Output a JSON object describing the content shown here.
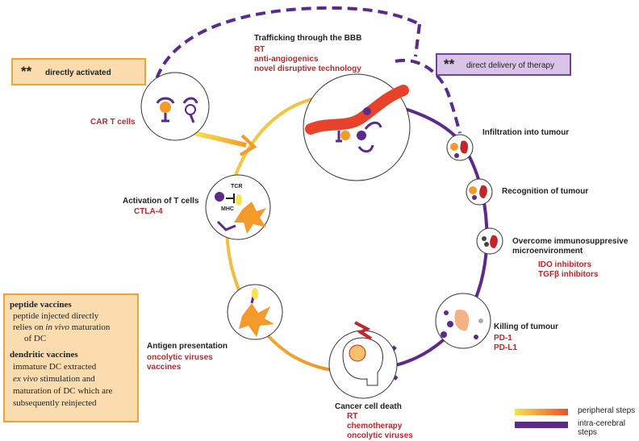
{
  "boxes": {
    "directly_activated": {
      "stars": "**",
      "label": "directly activated"
    },
    "direct_delivery": {
      "stars": "**",
      "label": "direct delivery of therapy"
    }
  },
  "steps": {
    "trafficking": {
      "title": "Trafficking through the BBB",
      "items": [
        "RT",
        "anti-angiogenics",
        "novel disruptive technology"
      ]
    },
    "car_t": {
      "label": "CAR T cells"
    },
    "infiltration": {
      "title": "Infiltration into tumour"
    },
    "recognition": {
      "title": "Recognition of tumour"
    },
    "overcome": {
      "title_line1": "Overcome immunosuppresive",
      "title_line2": "microenvironment",
      "items": [
        "IDO inhibitors",
        "TGFβ inhibitors"
      ]
    },
    "killing": {
      "title": "Killing of tumour",
      "items": [
        "PD-1",
        "PD-L1"
      ]
    },
    "death": {
      "title": "Cancer cell death",
      "items": [
        "RT",
        "chemotherapy",
        "oncolytic viruses"
      ]
    },
    "antigen": {
      "title": "Antigen presentation",
      "items": [
        "oncolytic viruses",
        "vaccines"
      ]
    },
    "activation": {
      "title": "Activation of T cells",
      "items": [
        "CTLA-4"
      ],
      "tcr": "TCR",
      "mhc": "MHC"
    }
  },
  "vaccines_box": {
    "peptide_title": "peptide vaccines",
    "peptide_line1": "peptide injected directly",
    "peptide_line2_a": "relies on ",
    "peptide_line2_em": "in vivo",
    "peptide_line2_b": " maturation",
    "peptide_line3": "of DC",
    "dendritic_title": "dendritic vaccines",
    "dendritic_line1": "immature DC extracted",
    "dendritic_line2_em": "ex vivo",
    "dendritic_line2_b": " stimulation and",
    "dendritic_line3": "maturation of DC which are",
    "dendritic_line4": "subsequently reinjected"
  },
  "legend": {
    "peripheral": "peripheral steps",
    "intracerebral": "intra-cerebral steps"
  },
  "colors": {
    "purple": "#5b2a8c",
    "orange": "#f39a2b",
    "red": "#c0262b",
    "box_orange": "#fbdcae",
    "box_purple": "#d9c3e6"
  }
}
